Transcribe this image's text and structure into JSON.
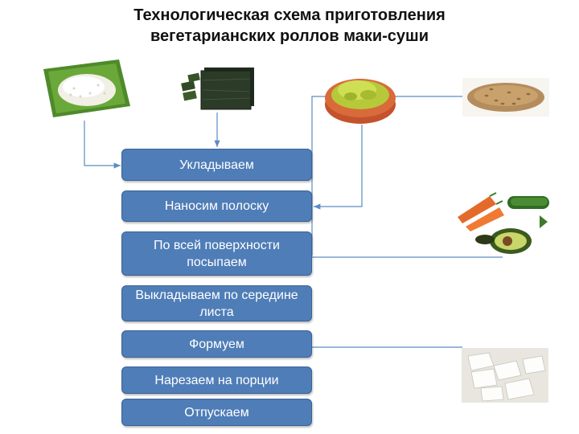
{
  "title": {
    "line1": "Технологическая схема приготовления",
    "line2": "вегетарианских роллов маки-суши"
  },
  "steps": [
    {
      "label": "Укладываем"
    },
    {
      "label": "Наносим полоску"
    },
    {
      "label": "По всей поверхности посыпаем"
    },
    {
      "label": "Выкладываем по середине листа"
    },
    {
      "label": "Формуем"
    },
    {
      "label": "Нарезаем на порции"
    },
    {
      "label": "Отпускаем"
    }
  ],
  "colors": {
    "step_fill": "#4f7db7",
    "connector": "#5b8cc4"
  },
  "pictures": [
    "rice-on-plate",
    "nori-sheets",
    "wasabi-bowl",
    "sesame-seeds",
    "carrot-cucumber-avocado",
    "tofu-cheese"
  ]
}
